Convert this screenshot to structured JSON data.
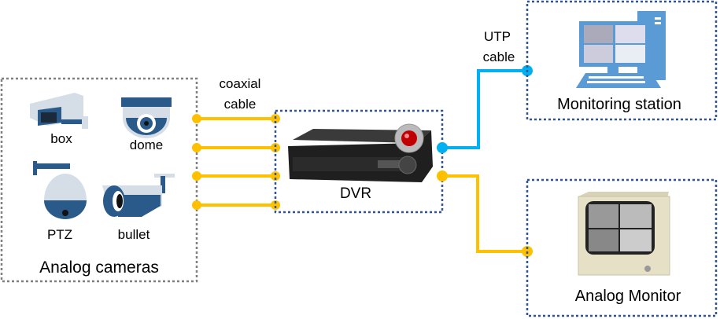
{
  "colors": {
    "coaxial": "#FFC000",
    "utp": "#00B0F0",
    "box_border_blue": "#2F5597",
    "box_border_gray": "#808080",
    "camera_dark": "#2A5A8A",
    "camera_light": "#D5DEE6"
  },
  "cameras_group": {
    "label": "Analog cameras",
    "cameras": [
      {
        "label": "box",
        "icon": "box-camera-icon"
      },
      {
        "label": "dome",
        "icon": "dome-camera-icon"
      },
      {
        "label": "PTZ",
        "icon": "ptz-camera-icon"
      },
      {
        "label": "bullet",
        "icon": "bullet-camera-icon"
      }
    ]
  },
  "coaxial_label": {
    "line1": "coaxial",
    "line2": "cable"
  },
  "dvr": {
    "label": "DVR",
    "icon": "dvr-recorder-icon"
  },
  "utp_label": {
    "line1": "UTP",
    "line2": "cable"
  },
  "monitoring_station": {
    "label": "Monitoring station",
    "icon": "desktop-computer-icon"
  },
  "analog_monitor": {
    "label": "Analog Monitor",
    "icon": "crt-monitor-icon"
  }
}
